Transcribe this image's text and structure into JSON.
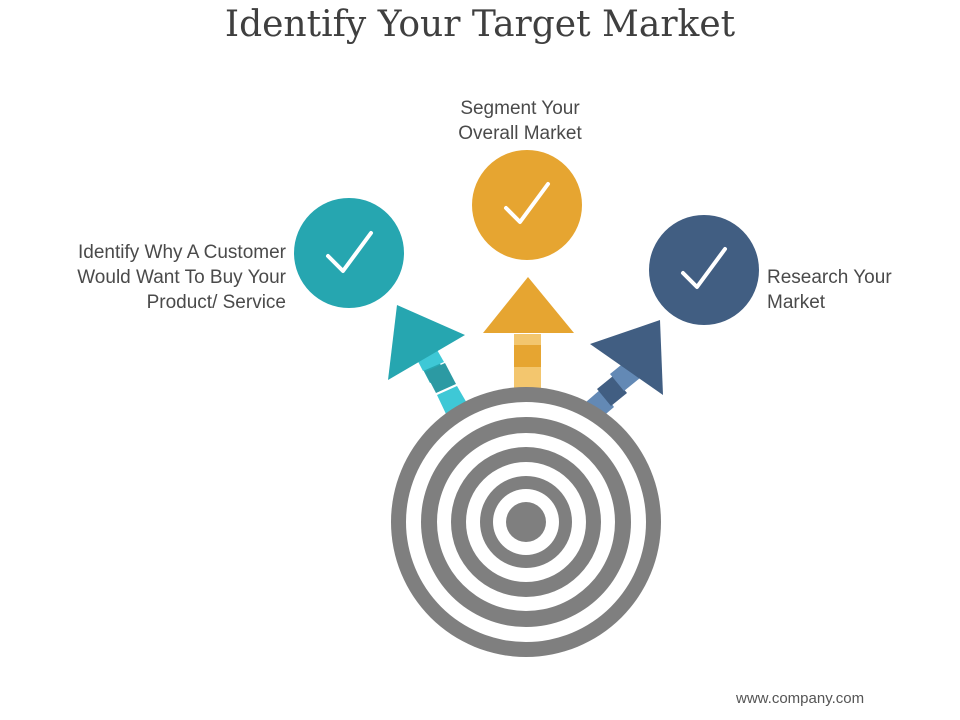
{
  "title": "Identify Your Target Market",
  "items": [
    {
      "id": "left",
      "lines": [
        "Identify Why A Customer",
        "Would Want To Buy Your",
        "Product/ Service"
      ],
      "color": "#26a6b0"
    },
    {
      "id": "top",
      "lines": [
        "Segment Your",
        "Overall Market"
      ],
      "color": "#e6a531"
    },
    {
      "id": "right",
      "lines": [
        "Research Your",
        "Market"
      ],
      "color": "#415e82"
    }
  ],
  "footer": "www.company.com",
  "colors": {
    "target": "#7f7f7f",
    "teal": "#26a6b0",
    "teal_light": "#3ec8d6",
    "orange": "#e6a531",
    "orange_light": "#f3c66e",
    "navy": "#415e82",
    "navy_light": "#6389b5",
    "check": "#ffffff"
  },
  "icons": [
    "checkmark-icon",
    "target-icon",
    "arrow-up-icon"
  ]
}
